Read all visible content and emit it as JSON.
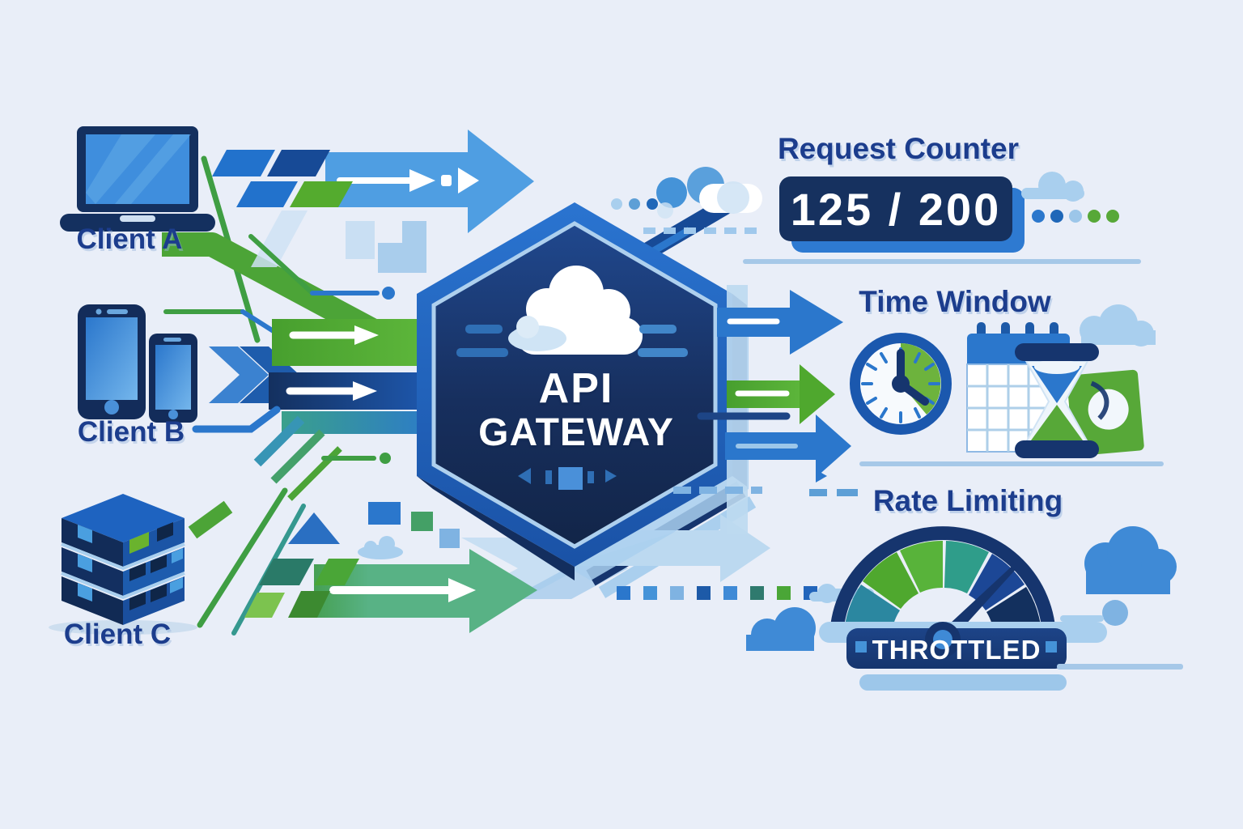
{
  "scene": {
    "clients": [
      {
        "id": "client-a",
        "label": "Client A",
        "icon": "laptop-icon"
      },
      {
        "id": "client-b",
        "label": "Client B",
        "icon": "smartphone-icon"
      },
      {
        "id": "client-c",
        "label": "Client C",
        "icon": "server-icon"
      }
    ],
    "gateway": {
      "line1": "API",
      "line2": "GATEWAY",
      "icon": "cloud-icon"
    },
    "request_counter": {
      "title": "Request Counter",
      "value": "125 / 200"
    },
    "time_window": {
      "title": "Time Window",
      "icons": [
        "clock-icon",
        "calendar-icon",
        "hourglass-icon"
      ]
    },
    "rate_limiting": {
      "title": "Rate Limiting",
      "status": "THROTTLED",
      "icon": "gauge-icon"
    },
    "colors": {
      "background": "#e9eef8",
      "navy": "#16356e",
      "dark_navy": "#12294f",
      "blue": "#2b77cc",
      "medium_blue": "#3f8ad6",
      "light_blue": "#7fb3e2",
      "pale_blue": "#a9cfee",
      "green": "#57a838",
      "sea_green": "#58b285",
      "teal": "#2f9d8a",
      "title_text": "#1c3d8d",
      "white": "#ffffff"
    }
  }
}
